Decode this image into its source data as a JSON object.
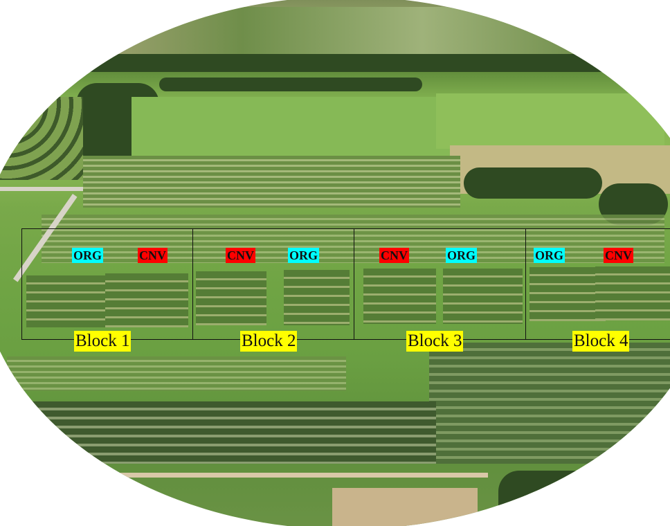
{
  "blocks": [
    {
      "label": "Block 1",
      "treatments": [
        "ORG",
        "CNV"
      ]
    },
    {
      "label": "Block 2",
      "treatments": [
        "CNV",
        "ORG"
      ]
    },
    {
      "label": "Block 3",
      "treatments": [
        "CNV",
        "ORG"
      ]
    },
    {
      "label": "Block 4",
      "treatments": [
        "ORG",
        "CNV"
      ]
    }
  ],
  "colors": {
    "org": "#00ffff",
    "cnv": "#ff0000",
    "block_label": "#ffff00"
  }
}
